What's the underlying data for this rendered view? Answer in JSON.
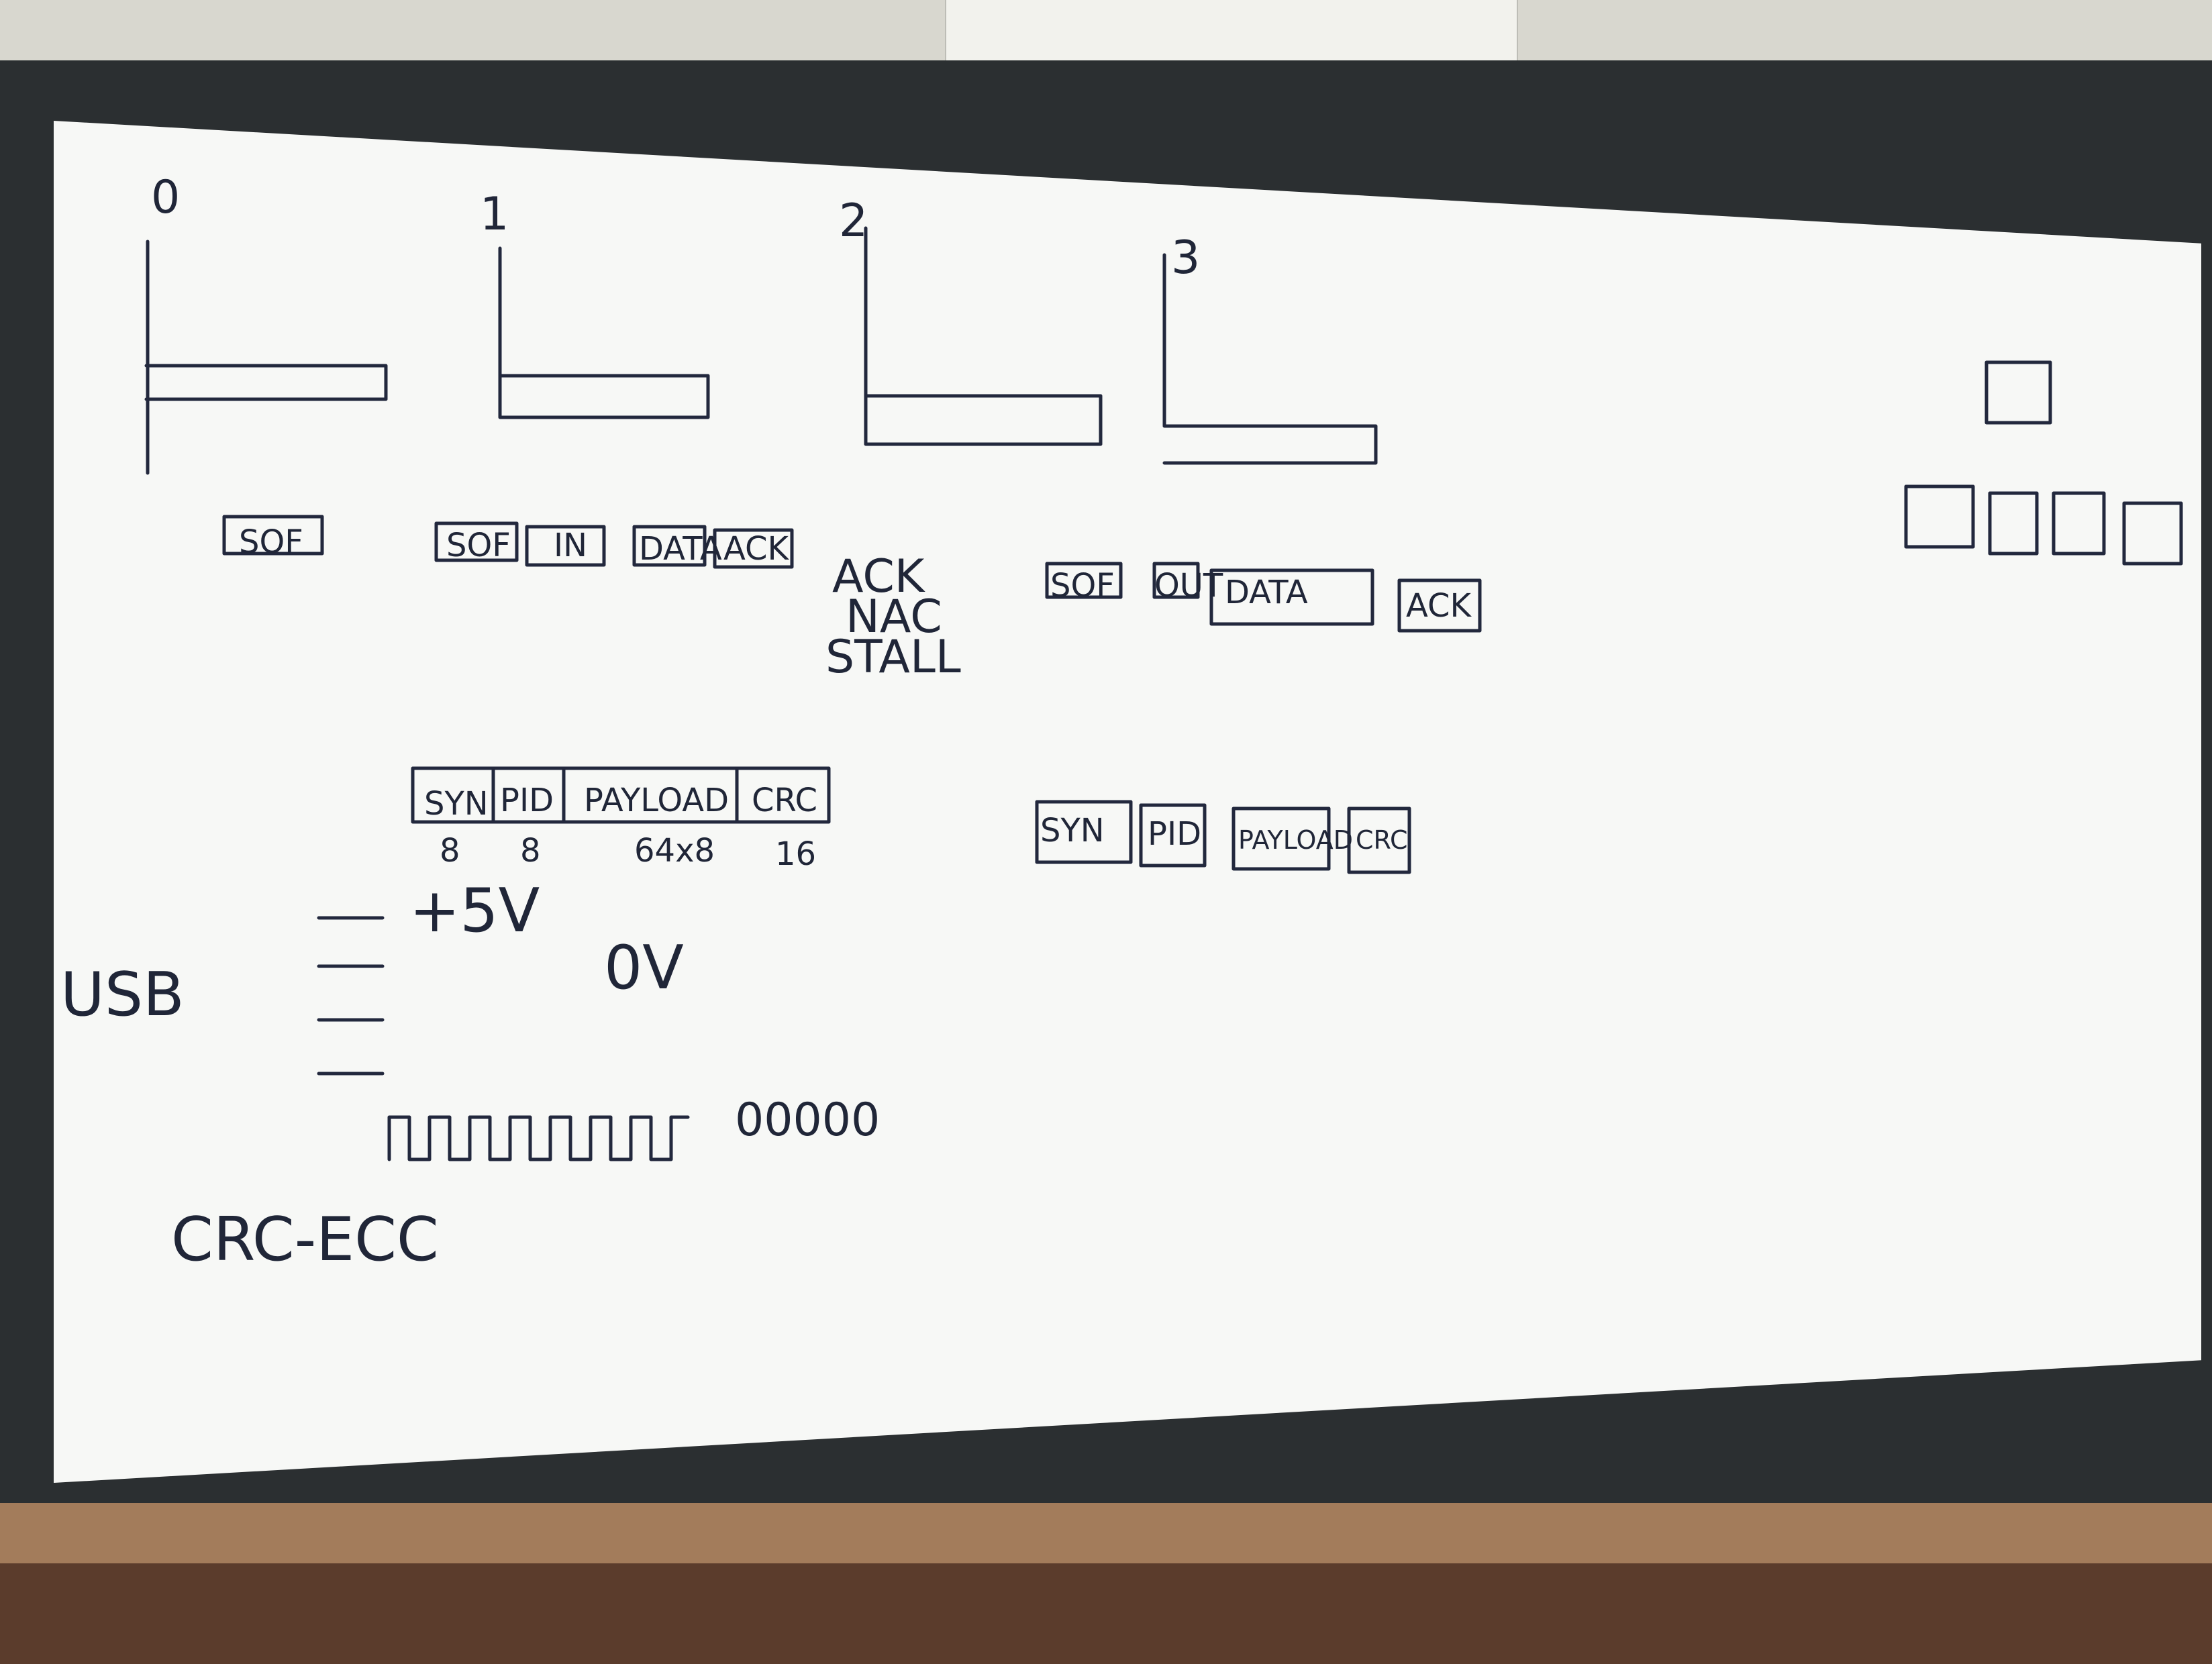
{
  "board_labels": {
    "frame_0": "0",
    "frame_1": "1",
    "frame_2": "2",
    "frame_3": "3",
    "sof_box": "SOF",
    "packet_sof": "SOF",
    "packet_in": "IN",
    "packet_data": "DATA",
    "packet_ack": "ACK",
    "handshakes": [
      "ACK",
      "NAC",
      "STALL"
    ],
    "fields": [
      "SYN",
      "PID",
      "PAYLOAD",
      "CRC"
    ],
    "field_bits": [
      "8",
      "8",
      "64x8",
      "16"
    ],
    "right_packets": [
      "SOF",
      "OUT",
      "DATA",
      "ACK"
    ],
    "right_fields": [
      "SYN",
      "PID",
      "PAYLOAD",
      "CRC"
    ],
    "voltage": "+5V",
    "ground": "0V",
    "usb_cable": "USB",
    "zeros": "00000",
    "crc_ecc": "CRC-ECC"
  }
}
